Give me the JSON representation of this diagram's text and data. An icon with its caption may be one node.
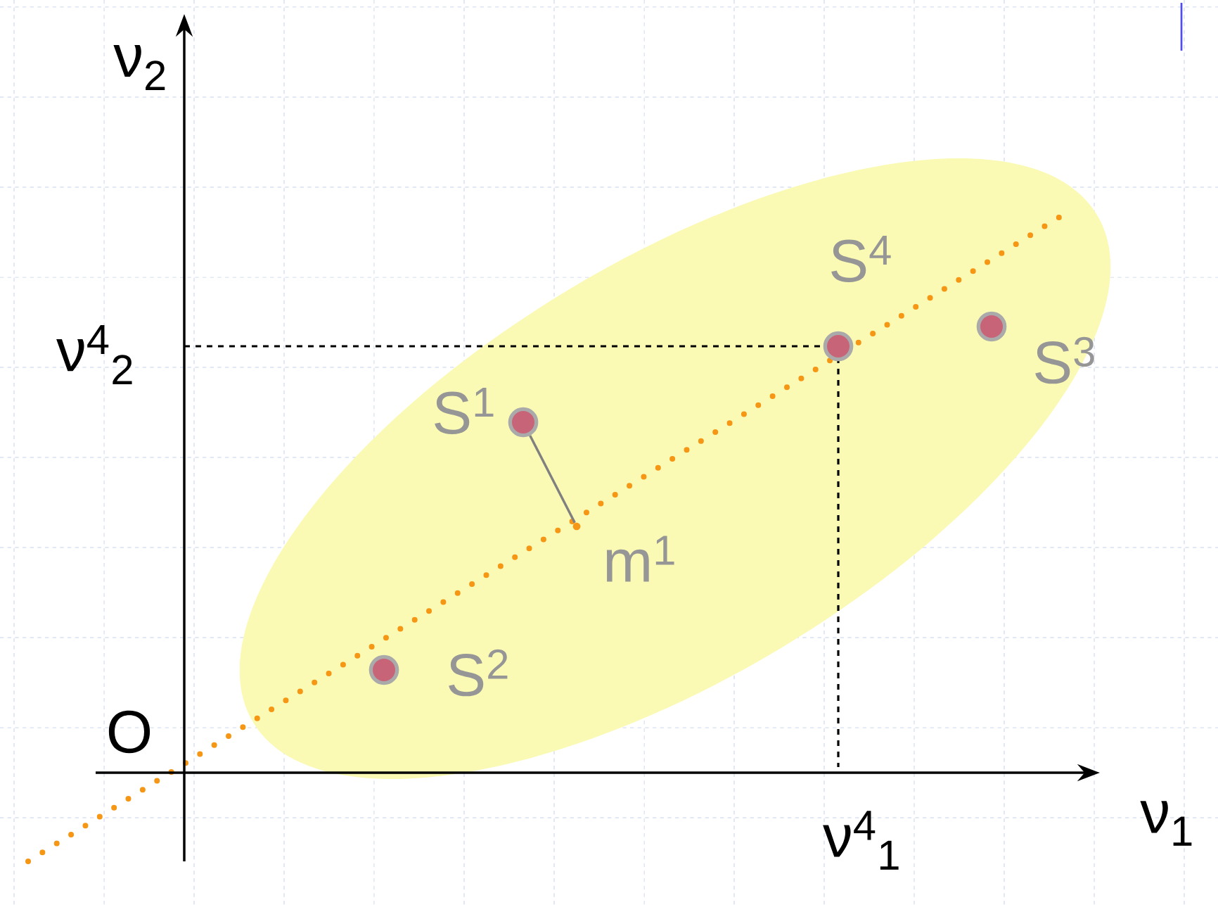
{
  "diagram": {
    "nodes": [
      {
        "text": [],
        "shape": "circle",
        "beside": [
          "S$^{1}$"
        ]
      },
      {
        "text": [],
        "shape": "circle",
        "beside": [
          "S$^{2}$"
        ]
      },
      {
        "text": [],
        "shape": "circle",
        "beside": [
          "S$^{3}$"
        ]
      },
      {
        "text": [],
        "shape": "circle",
        "beside": [
          "S$^{4}$"
        ]
      },
      {
        "text": [],
        "shape": "circle",
        "beside": [
          "m$^{1}$"
        ]
      }
    ],
    "edges": [
      {
        "from": 0,
        "to": 4,
        "arrow": "none"
      }
    ],
    "labels": [
      "ν$_{2}$",
      "ν$^{4}$$_{2}$",
      "O",
      "ν$_{1}$",
      "ν$^{4}$$_{1}$"
    ]
  }
}
